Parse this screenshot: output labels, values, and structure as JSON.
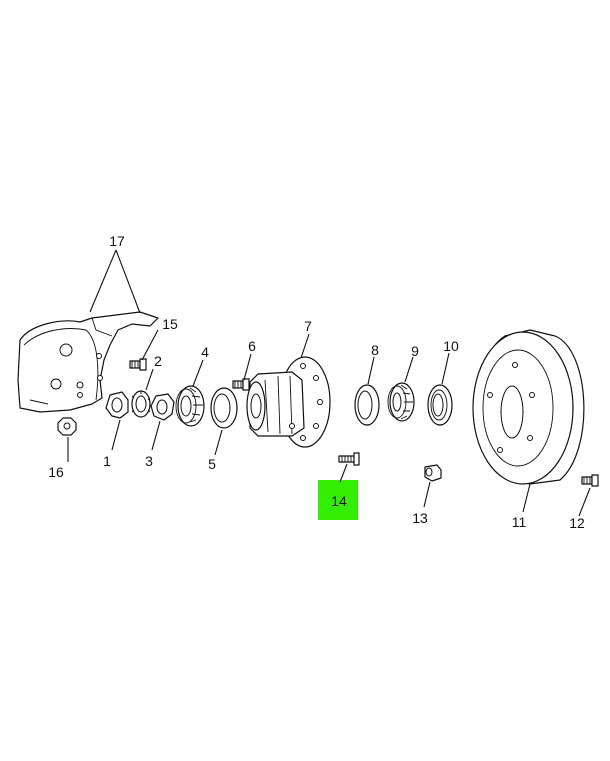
{
  "highlight_color": "#33ee00",
  "callouts": {
    "c1": "1",
    "c2": "2",
    "c3": "3",
    "c4": "4",
    "c5": "5",
    "c6": "6",
    "c7": "7",
    "c8": "8",
    "c9": "9",
    "c10": "10",
    "c11": "11",
    "c12": "12",
    "c13": "13",
    "c14": "14",
    "c15": "15",
    "c16": "16",
    "c17": "17"
  },
  "selected_part": "14"
}
